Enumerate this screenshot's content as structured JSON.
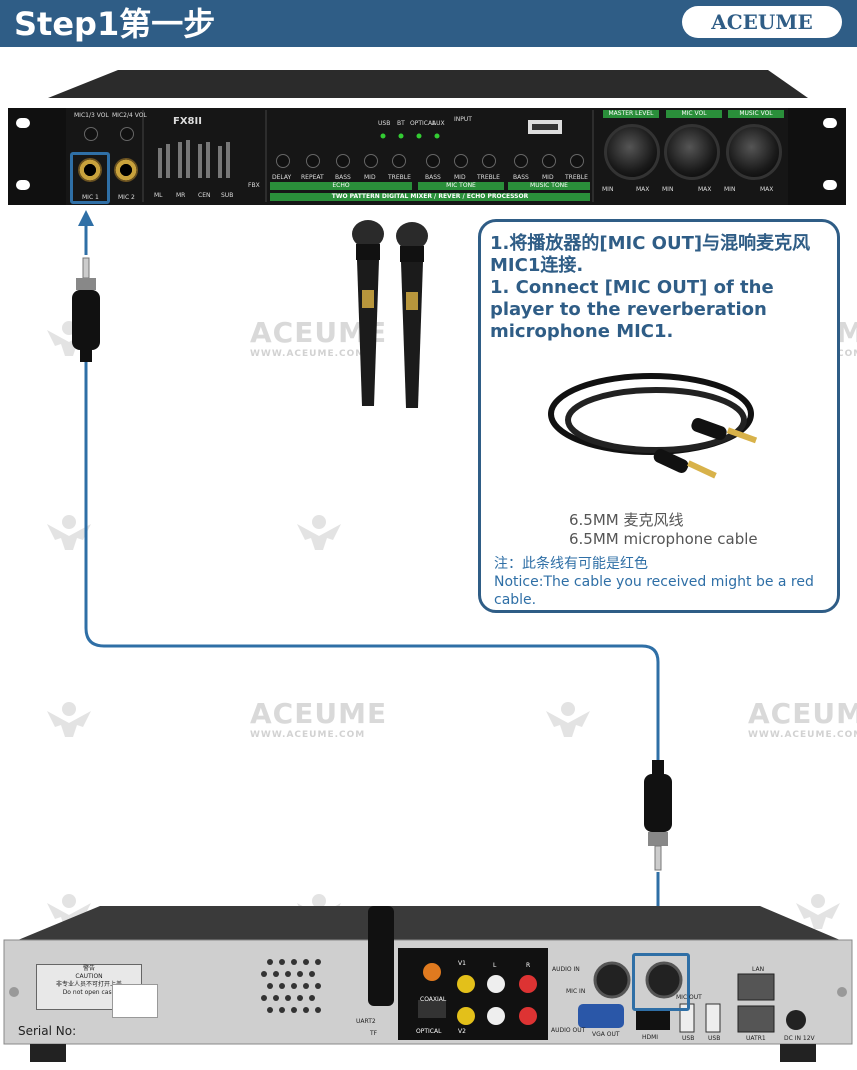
{
  "header": {
    "title": "Step1第一步",
    "brand": "ACEUME"
  },
  "watermark": {
    "brand": "ACEUME",
    "url": "WWW.ACEUME.COM"
  },
  "mixer": {
    "model": "FX8II",
    "product_line": "TWO PATTERN DIGITAL MIXER / REVER / ECHO PROCESSOR",
    "mic1_vol": "MIC1/3 VOL",
    "mic2_vol": "MIC2/4 VOL",
    "mic1": "MIC 1",
    "mic2": "MIC 2",
    "indicators": [
      "USB",
      "BT",
      "OPTICAL",
      "AUX"
    ],
    "input": "INPUT",
    "channels": [
      "ML",
      "MR",
      "CEN",
      "SUB"
    ],
    "sections": [
      "ECHO",
      "MIC TONE",
      "MUSIC TONE"
    ],
    "echo_knobs": [
      "DELAY",
      "REPEAT",
      "BASS",
      "MID",
      "TREBLE"
    ],
    "mic_tone_knobs": [
      "BASS",
      "MID",
      "TREBLE"
    ],
    "music_tone_knobs": [
      "BASS",
      "MID",
      "TREBLE"
    ],
    "big_knobs": [
      "MASTER LEVEL",
      "MIC VOL",
      "MUSIC VOL"
    ],
    "min": "MIN",
    "max": "MAX",
    "fbx": "FBX"
  },
  "instructions": {
    "line_cn": "1.将播放器的[MIC OUT]与混响麦克风MIC1连接.",
    "line_en": "1. Connect [MIC OUT] of the player to the reverberation microphone MIC1.",
    "cable_cn": "6.5MM 麦克风线",
    "cable_en": "6.5MM microphone cable",
    "note_cn": "注：此条线有可能是红色",
    "note_en": "Notice:The cable you received might be a red cable."
  },
  "player": {
    "warning_cn": "警告",
    "caution": "CAUTION",
    "caution_cn": "非专业人员不可打开上盖",
    "caution_en": "Do not open case",
    "serial": "Serial No:",
    "ports": [
      "AUDIO IN",
      "MIC IN",
      "MIC OUT",
      "COAXIAL",
      "OPTICAL",
      "AUDIO OUT",
      "VGA OUT",
      "HDMI",
      "USB",
      "USB",
      "LAN",
      "UATR1",
      "DC IN 12V",
      "UART2",
      "TF"
    ],
    "v1": "V1",
    "v2": "V2",
    "l": "L",
    "r": "R"
  },
  "colors": {
    "header": "#2f5d86",
    "accent": "#2f6fa6",
    "mixer_body": "#161616",
    "panel_green": "#2a8f3a"
  }
}
